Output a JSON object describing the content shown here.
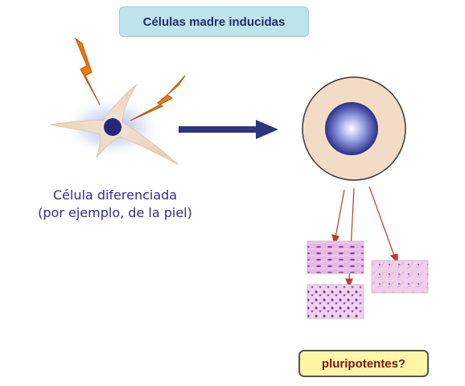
{
  "title": "Células madre inducidas",
  "source_cell": {
    "caption_line1": "Célula diferenciada",
    "caption_line2": "(por ejemplo, de la piel)"
  },
  "result": {
    "label": "pluripotentes?"
  },
  "colors": {
    "title_bg": "#bfe3ea",
    "arrow": "#2c3580",
    "lightning": "#f07a10",
    "cytoplasm": "#f2dcc6",
    "nucleus": "#2a2f8a",
    "tissue_arrows": "#c0392b",
    "answer_bg": "#fff6a8"
  },
  "icons": [
    "lightning-bolt-icon",
    "lightning-bolt-icon",
    "differentiated-cell-icon",
    "arrow-right-icon",
    "pluripotent-cell-icon",
    "tissue-sample-icon"
  ]
}
